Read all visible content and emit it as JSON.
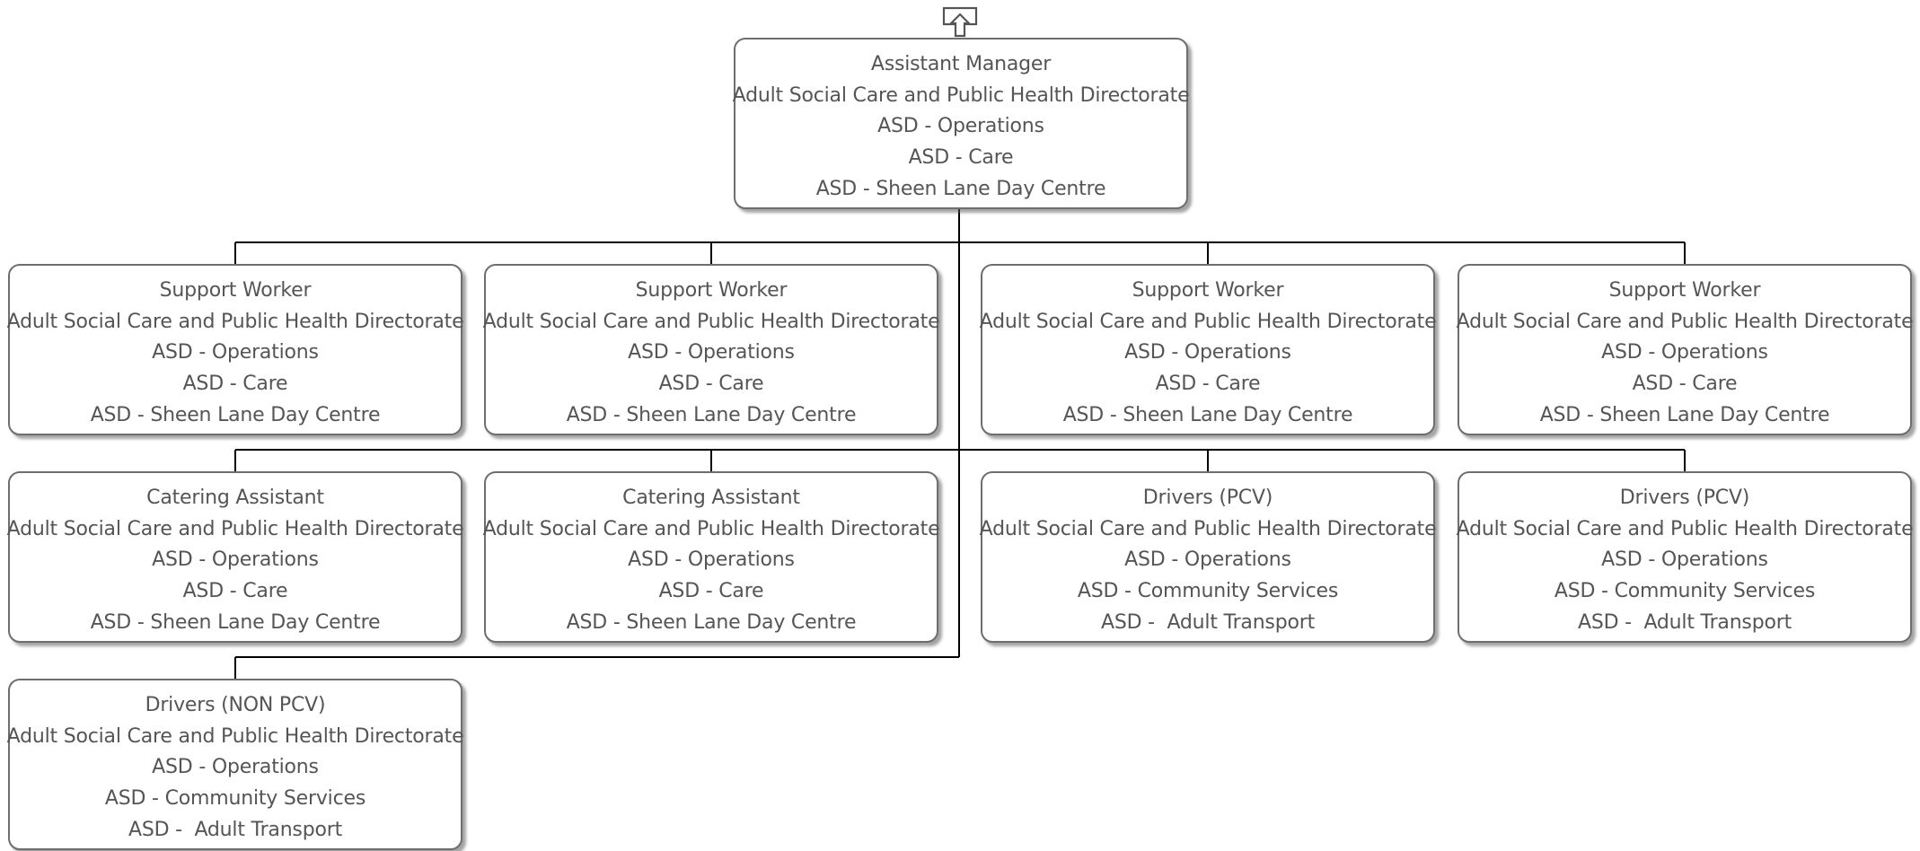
{
  "root": {
    "lines": [
      "Assistant Manager",
      "Adult Social Care and Public Health Directorate",
      "ASD - Operations",
      "ASD - Care",
      "ASD - Sheen Lane Day Centre"
    ]
  },
  "rows": [
    [
      {
        "lines": [
          "Support Worker",
          "Adult Social Care and Public Health Directorate",
          "ASD - Operations",
          "ASD - Care",
          "ASD - Sheen Lane Day Centre"
        ]
      },
      {
        "lines": [
          "Support Worker",
          "Adult Social Care and Public Health Directorate",
          "ASD - Operations",
          "ASD - Care",
          "ASD - Sheen Lane Day Centre"
        ]
      },
      {
        "lines": [
          "Support Worker",
          "Adult Social Care and Public Health Directorate",
          "ASD - Operations",
          "ASD - Care",
          "ASD - Sheen Lane Day Centre"
        ]
      },
      {
        "lines": [
          "Support Worker",
          "Adult Social Care and Public Health Directorate",
          "ASD - Operations",
          "ASD - Care",
          "ASD - Sheen Lane Day Centre"
        ]
      }
    ],
    [
      {
        "lines": [
          "Catering Assistant",
          "Adult Social Care and Public Health Directorate",
          "ASD - Operations",
          "ASD - Care",
          "ASD - Sheen Lane Day Centre"
        ]
      },
      {
        "lines": [
          "Catering Assistant",
          "Adult Social Care and Public Health Directorate",
          "ASD - Operations",
          "ASD - Care",
          "ASD - Sheen Lane Day Centre"
        ]
      },
      {
        "lines": [
          "Drivers (PCV)",
          "Adult Social Care and Public Health Directorate",
          "ASD - Operations",
          "ASD - Community Services",
          "ASD -  Adult Transport"
        ]
      },
      {
        "lines": [
          "Drivers (PCV)",
          "Adult Social Care and Public Health Directorate",
          "ASD - Operations",
          "ASD - Community Services",
          "ASD -  Adult Transport"
        ]
      }
    ],
    [
      {
        "lines": [
          "Drivers (NON PCV)",
          "Adult Social Care and Public Health Directorate",
          "ASD - Operations",
          "ASD - Community Services",
          "ASD -  Adult Transport"
        ]
      }
    ]
  ]
}
